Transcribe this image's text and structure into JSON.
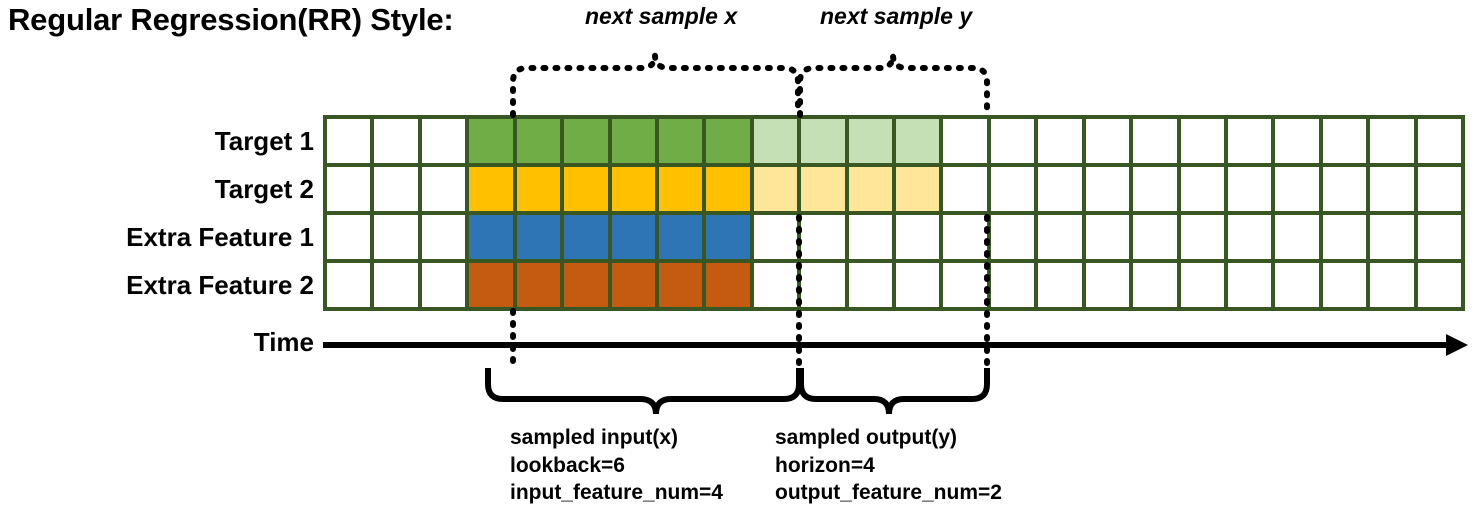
{
  "title": "Regular Regression(RR) Style:",
  "rows": [
    {
      "label": "Target 1",
      "fill": "#70AD47",
      "fill_faded": "#C5E0B4",
      "has_future": true
    },
    {
      "label": "Target 2",
      "fill": "#FFC000",
      "fill_faded": "#FFE699",
      "has_future": true
    },
    {
      "label": "Extra Feature 1",
      "fill": "#2E75B6",
      "fill_faded": null,
      "has_future": false
    },
    {
      "label": "Extra Feature 2",
      "fill": "#C55A11",
      "fill_faded": null,
      "has_future": false
    }
  ],
  "axis": {
    "label": "Time",
    "direction": "right"
  },
  "grid": {
    "total_columns": 24,
    "leading_empty_columns": 3,
    "input_columns": 6,
    "output_columns": 4,
    "trailing_empty_columns": 11,
    "row_count": 4,
    "border_color": "#385723",
    "empty_cell_color": "#FFFFFF"
  },
  "top_braces": [
    {
      "id": "next-sample-x",
      "label": "next sample x",
      "style": "dotted"
    },
    {
      "id": "next-sample-y",
      "label": "next sample y",
      "style": "dotted"
    }
  ],
  "bottom_braces": [
    {
      "id": "sampled-input",
      "lines": [
        "sampled input(x)",
        "lookback=6",
        "input_feature_num=4"
      ],
      "title": "sampled input(x)",
      "lookback": "lookback=6",
      "feature_num": "input_feature_num=4"
    },
    {
      "id": "sampled-output",
      "lines": [
        "sampled output(y)",
        "horizon=4",
        "output_feature_num=2"
      ],
      "title": "sampled output(y)",
      "horizon": "horizon=4",
      "feature_num": "output_feature_num=2"
    }
  ],
  "colors": {
    "green": "#70AD47",
    "green_faded": "#C5E0B4",
    "yellow": "#FFC000",
    "yellow_faded": "#FFE699",
    "blue": "#2E75B6",
    "orange": "#C55A11",
    "grid_border": "#385723",
    "ink": "#000000",
    "background": "#FFFFFF"
  }
}
